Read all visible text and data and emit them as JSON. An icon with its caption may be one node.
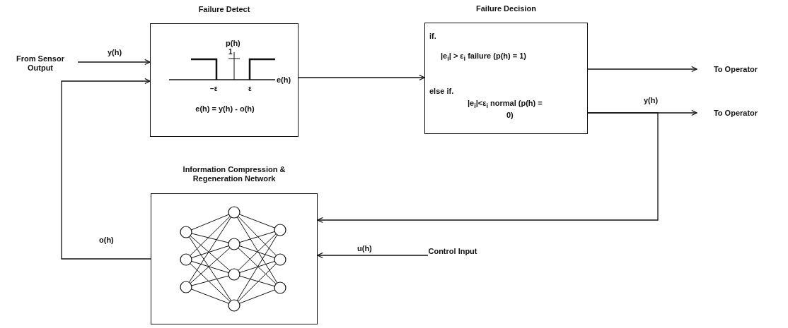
{
  "diagram": {
    "nodes": [
      {
        "text": [
          "Failure Detect",
          "e(h) = y(h) - o(h)"
        ]
      },
      {
        "text": [
          "Failure Decision",
          "if.",
          "|e$_{i}$| > ε$_{i}$  failure (p(h) = 1)",
          "else if.",
          "|e$_{i}$|<ε$_{i}$  normal (p(h) = 0)"
        ]
      },
      {
        "text": [
          "Information Compression & Regeneration Network"
        ]
      },
      {
        "text": [
          "From Sensor Output"
        ]
      },
      {
        "text": [
          "To Operator"
        ]
      },
      {
        "text": [
          "To Operator"
        ]
      },
      {
        "text": [
          "Control Input"
        ]
      }
    ],
    "edges": [
      {
        "from": 3,
        "to": 0,
        "arrow": "to",
        "label": "y(h)"
      },
      {
        "from": 2,
        "to": 0,
        "arrow": "to",
        "label": "o(h)"
      },
      {
        "from": 0,
        "to": 1,
        "arrow": "to"
      },
      {
        "from": 1,
        "to": 4,
        "arrow": "to"
      },
      {
        "from": 1,
        "to": 5,
        "arrow": "to",
        "label": "y(h)"
      },
      {
        "from": 1,
        "to": 2,
        "arrow": "to"
      },
      {
        "from": 6,
        "to": 2,
        "arrow": "to",
        "label": "u(h)"
      }
    ],
    "labels": [
      "p(h)",
      "1",
      "e(h)",
      "−ε",
      "ε"
    ]
  }
}
